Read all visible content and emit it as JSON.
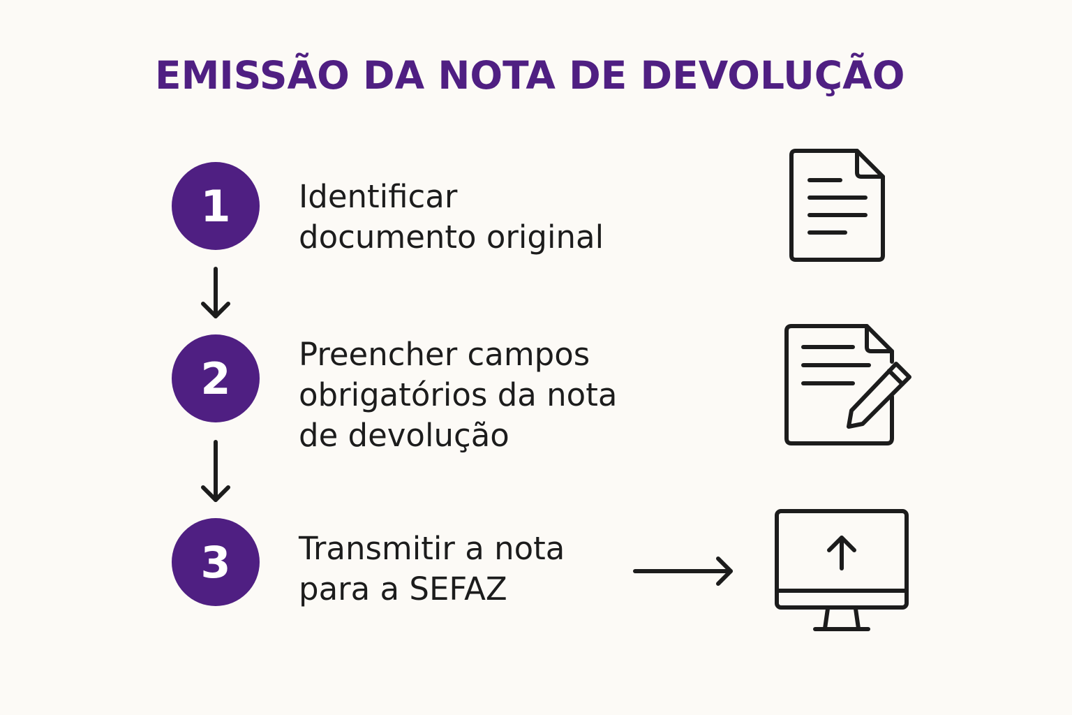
{
  "title": "EMISSÃO DA NOTA DE DEVOLUÇÃO",
  "accent_color": "#4f1f82",
  "steps": [
    {
      "number": "1",
      "lines": [
        "Identificar",
        "documento original"
      ],
      "icon": "document-icon"
    },
    {
      "number": "2",
      "lines": [
        "Preencher campos",
        "obrigatórios da nota",
        "de devolução"
      ],
      "icon": "document-edit-icon"
    },
    {
      "number": "3",
      "lines": [
        "Transmitir a nota",
        "para a SEFAZ"
      ],
      "icon": "monitor-upload-icon"
    }
  ]
}
